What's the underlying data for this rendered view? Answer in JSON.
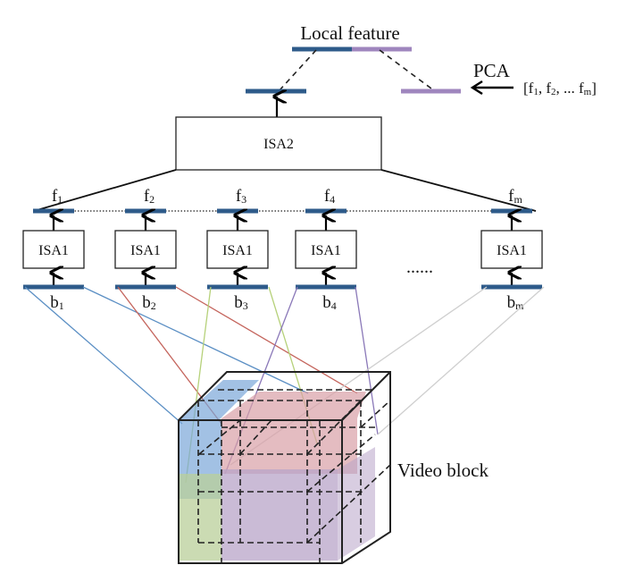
{
  "labels": {
    "local_feature": "Local feature",
    "pca": "PCA",
    "pca_input": "[f1, f2, ... fm]",
    "isa2": "ISA2",
    "isa1": "ISA1",
    "ellipsis": "......",
    "video_block": "Video block"
  },
  "features": [
    {
      "base": "f",
      "sub": "1"
    },
    {
      "base": "f",
      "sub": "2"
    },
    {
      "base": "f",
      "sub": "3"
    },
    {
      "base": "f",
      "sub": "4"
    },
    {
      "base": "f",
      "sub": "m"
    }
  ],
  "blocks": [
    {
      "base": "b",
      "sub": "1"
    },
    {
      "base": "b",
      "sub": "2"
    },
    {
      "base": "b",
      "sub": "3"
    },
    {
      "base": "b",
      "sub": "4"
    },
    {
      "base": "b",
      "sub": "m"
    }
  ],
  "colors": {
    "feature_bar": "#2e5b8a",
    "pca_bar": "#9f86be",
    "b1_line": "#5b8fc4",
    "b2_line": "#c4645c",
    "b3_line": "#b6d17a",
    "b4_line": "#8a78b8",
    "bm_line": "#cfcfcf",
    "cube_blue": "#7aa6d8",
    "cube_red": "#d9a0a6",
    "cube_green": "#b9cf9a",
    "cube_purple": "#b8a4c8"
  }
}
